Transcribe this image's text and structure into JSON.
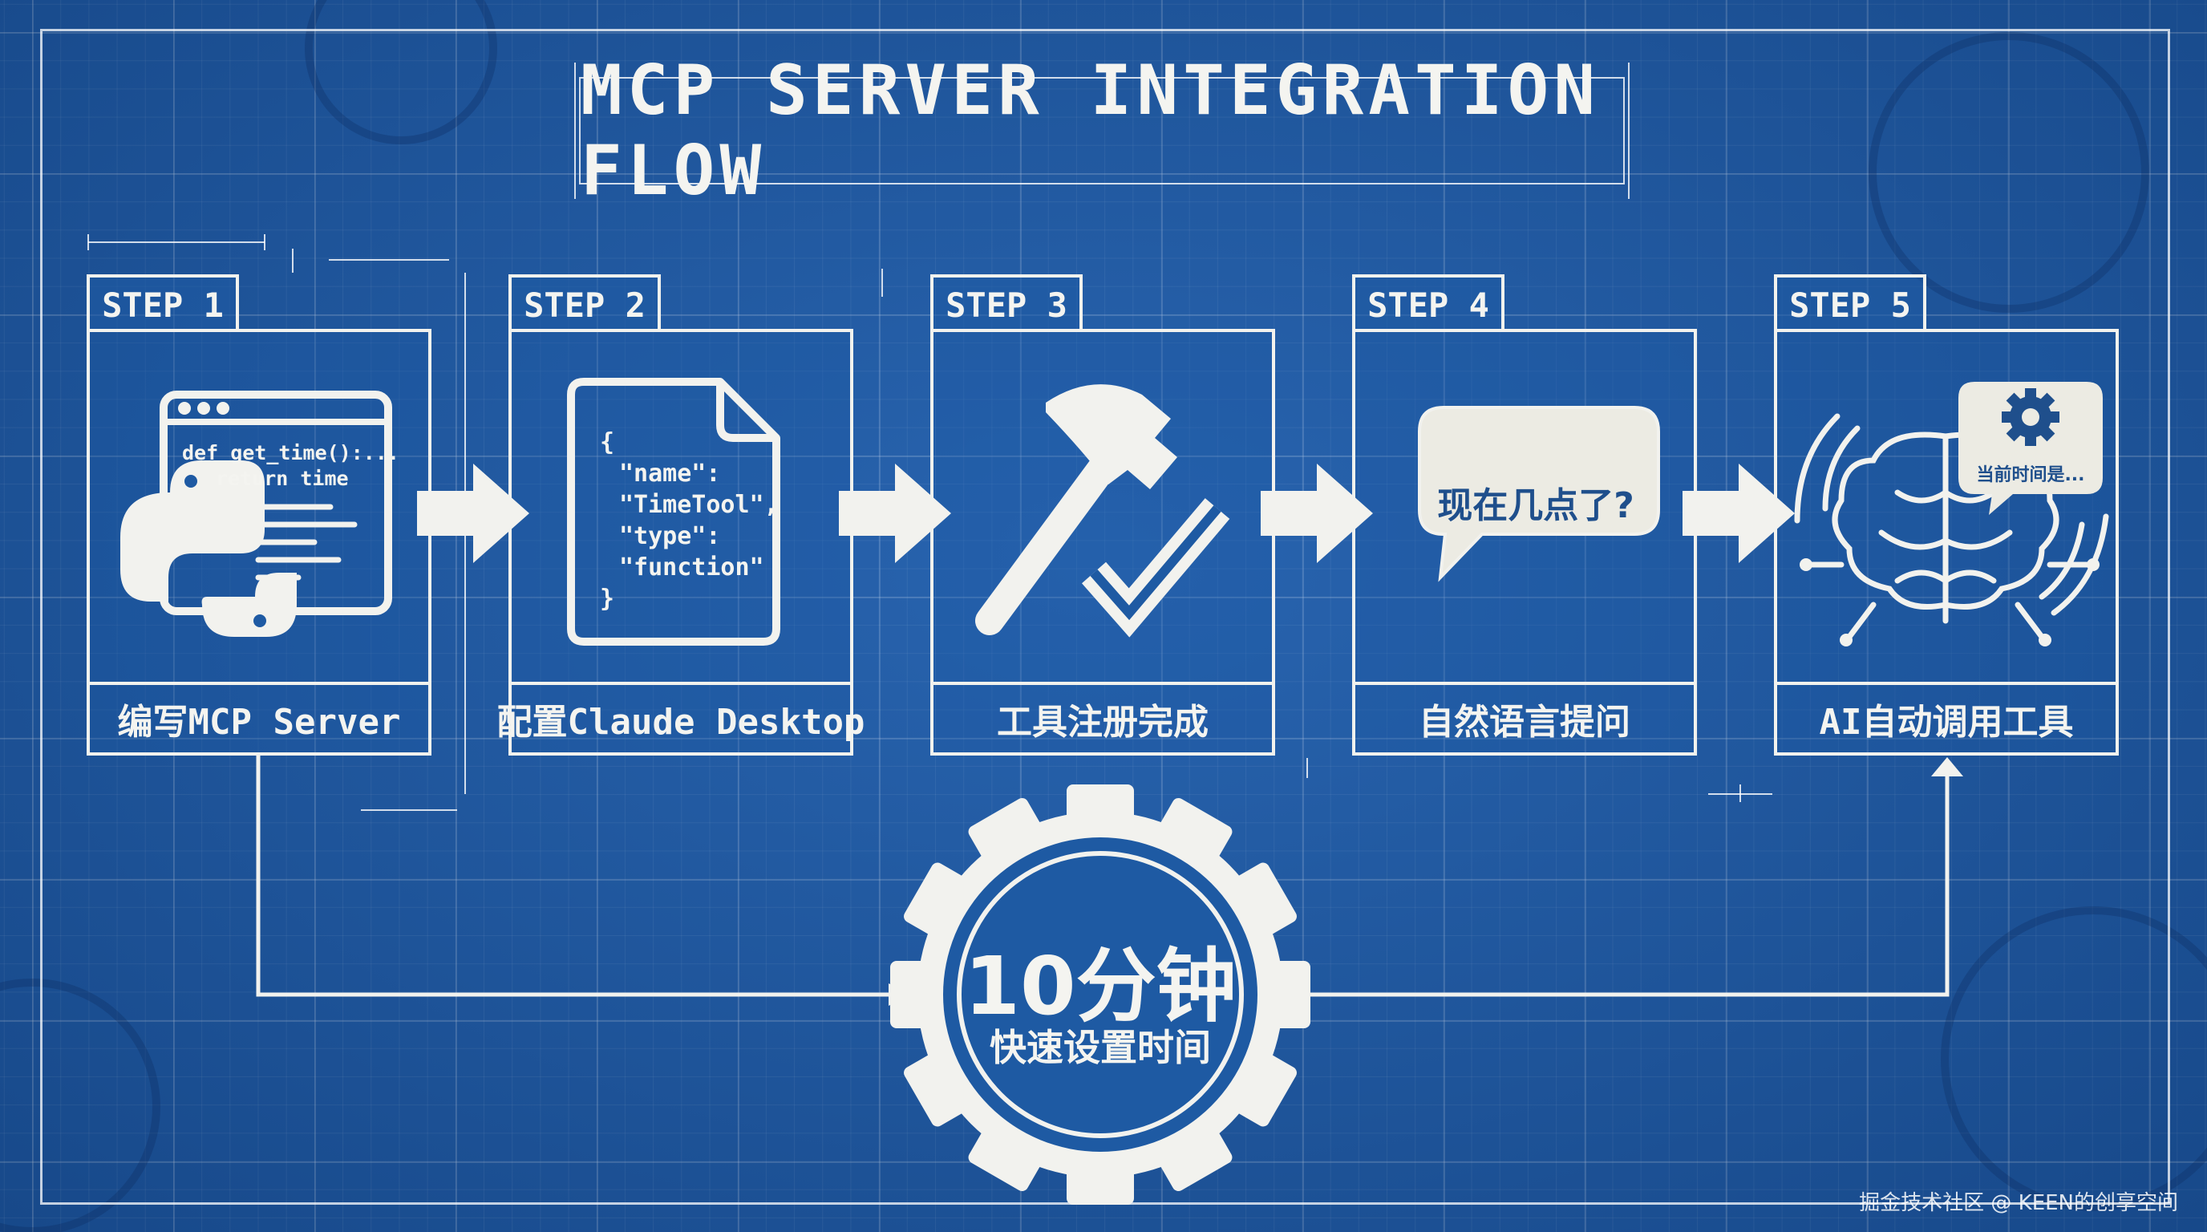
{
  "title": "MCP SERVER INTEGRATION FLOW",
  "steps": [
    {
      "tab": "STEP 1",
      "label": "编写MCP Server",
      "code_line1": "def get_time():...",
      "code_line2": "return time",
      "icon": "python-icon"
    },
    {
      "tab": "STEP 2",
      "label": "配置Claude Desktop",
      "json_lines": [
        "{",
        "\"name\":",
        "\"TimeTool\",",
        "\"type\":",
        "\"function\"",
        "}"
      ],
      "icon": "config-file-icon"
    },
    {
      "tab": "STEP 3",
      "label": "工具注册完成",
      "icon": "hammer-check-icon"
    },
    {
      "tab": "STEP 4",
      "label": "自然语言提问",
      "bubble_text": "现在几点了?",
      "icon": "speech-bubble-icon"
    },
    {
      "tab": "STEP 5",
      "label": "AI自动调用工具",
      "bubble_text": "当前时间是...",
      "icon": "brain-gear-icon"
    }
  ],
  "gear": {
    "big": "10分钟",
    "small": "快速设置时间"
  },
  "watermark": "掘金技术社区 @ KEEN的创享空间",
  "colors": {
    "background": "#1e5aa3",
    "line": "#f2f2ee"
  }
}
